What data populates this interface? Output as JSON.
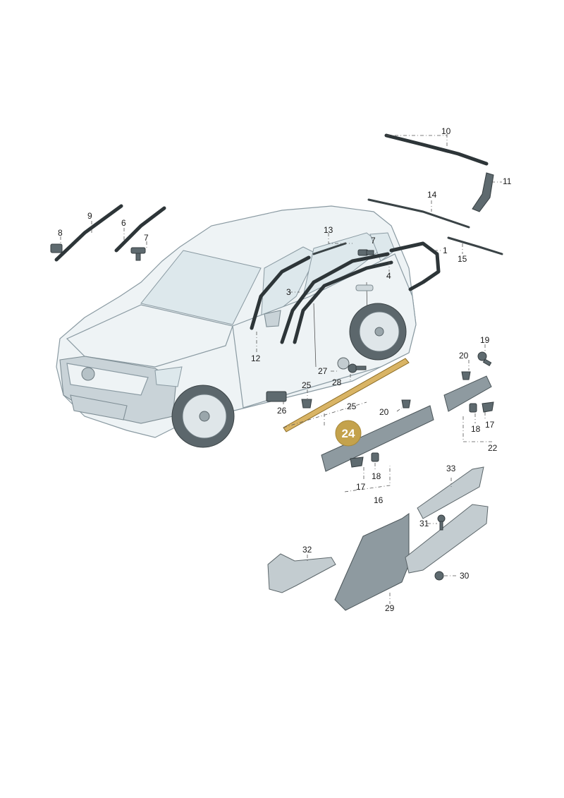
{
  "diagram": {
    "highlighted_part": "24",
    "labels": {
      "p1": "1",
      "p3": "3",
      "p4": "4",
      "p6": "6",
      "p7": "7",
      "p8": "8",
      "p9": "9",
      "p10": "10",
      "p11": "11",
      "p12": "12",
      "p13": "13",
      "p14": "14",
      "p15": "15",
      "p16": "16",
      "p17a": "17",
      "p17b": "17",
      "p18a": "18",
      "p18b": "18",
      "p19": "19",
      "p20a": "20",
      "p20b": "20",
      "p22": "22",
      "p25a": "25",
      "p25b": "25",
      "p26": "26",
      "p27": "27",
      "p28": "28",
      "p29": "29",
      "p30": "30",
      "p31": "31",
      "p32": "32",
      "p33": "33"
    },
    "colors": {
      "highlight": "#c9a245",
      "highlight_badge": "#c4a24c"
    }
  }
}
